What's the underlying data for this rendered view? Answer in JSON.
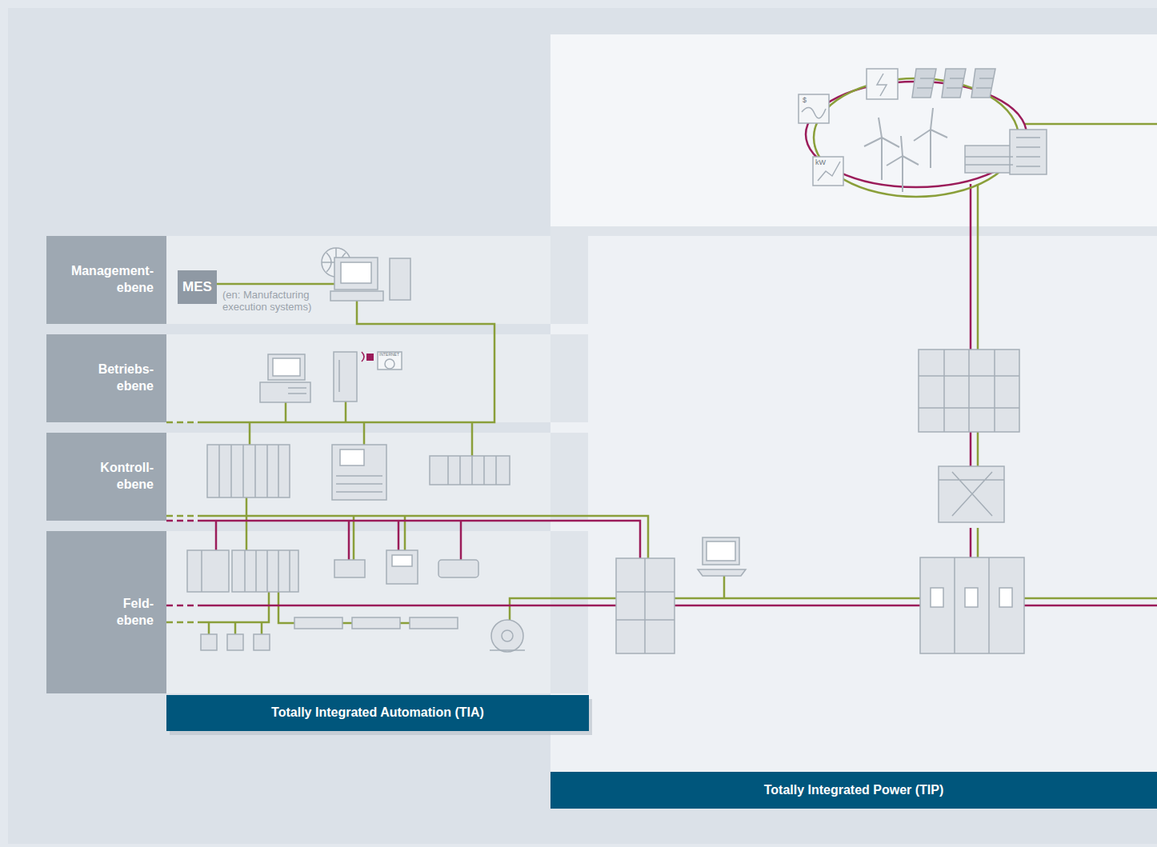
{
  "diagram": {
    "nodes": [
      {
        "text": [
          "Management- ebene"
        ]
      },
      {
        "text": [
          "MES"
        ]
      },
      {
        "text": [
          "Betriebs- ebene"
        ]
      },
      {
        "text": [
          "Kontroll- ebene"
        ]
      },
      {
        "text": [
          "Feld- ebene"
        ]
      },
      {
        "text": [
          "Totally Integrated Automation (TIA)"
        ]
      },
      {
        "text": [
          "Totally Integrated Power (TIP)"
        ]
      }
    ],
    "labels": [
      "(en: Manufacturing execution systems)",
      "INTERNET",
      "$",
      "kW"
    ]
  }
}
